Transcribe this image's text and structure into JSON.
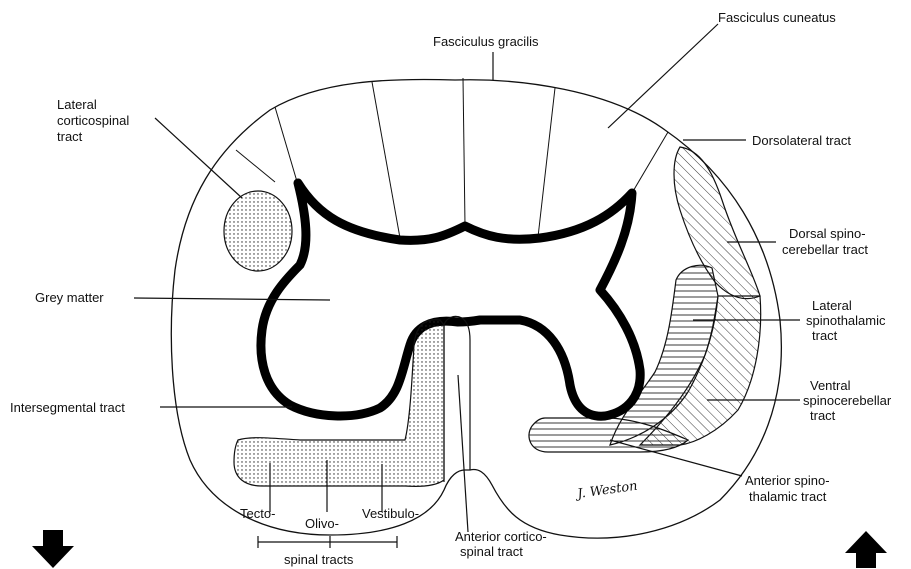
{
  "labels": {
    "fasciculus_gracilis": "Fasciculus gracilis",
    "fasciculus_cuneatus": "Fasciculus cuneatus",
    "lateral_corticospinal": [
      "Lateral",
      "corticospinal",
      "tract"
    ],
    "dorsolateral_tract": "Dorsolateral tract",
    "dorsal_spinocerebellar": [
      "Dorsal spino-",
      "cerebellar tract"
    ],
    "grey_matter": "Grey matter",
    "lateral_spinothalamic": [
      "Lateral",
      "spinothalamic",
      "tract"
    ],
    "ventral_spinocerebellar": [
      "Ventral",
      "spinocerebellar",
      "tract"
    ],
    "intersegmental_tract": "Intersegmental tract",
    "anterior_spinothalamic": [
      "Anterior spino-",
      "thalamic tract"
    ],
    "tecto": "Tecto-",
    "olivo": "Olivo-",
    "vestibulo": "Vestibulo-",
    "spinal_tracts": "spinal tracts",
    "anterior_corticospinal": [
      "Anterior cortico-",
      "spinal tract"
    ]
  },
  "signature": "J. Weston",
  "icons": {
    "bottom_left": "arrow-down-icon",
    "bottom_right": "arrow-up-icon"
  }
}
